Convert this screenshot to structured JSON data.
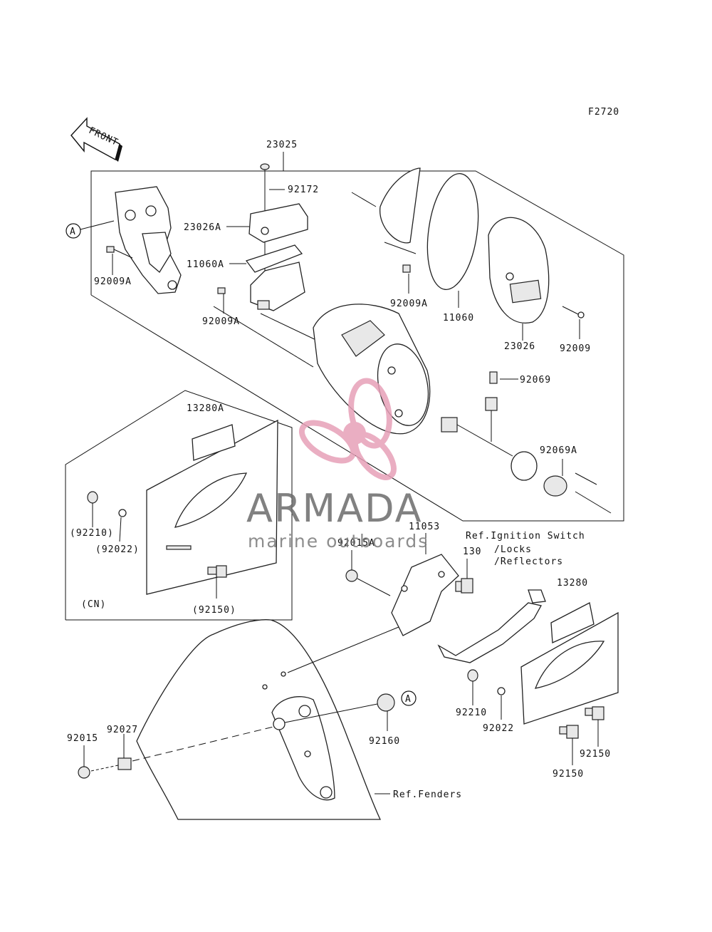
{
  "figure_code": "F2720",
  "front_arrow": "FRONT",
  "watermark": {
    "brand": "ARMADA",
    "tagline": "marine outboards",
    "logo_color": "#e7a0b8"
  },
  "labels": {
    "l23025": "23025",
    "l92172": "92172",
    "l23026A": "23026A",
    "l11060A": "11060A",
    "l92009A_1": "92009A",
    "l92009A_2": "92009A",
    "l92009A_3": "92009A",
    "l11060": "11060",
    "l23026": "23026",
    "l92009": "92009",
    "l92069": "92069",
    "l92069A": "92069A",
    "l13280A": "13280A",
    "l92210p": "(92210)",
    "l92022p": "(92022)",
    "l92150p": "(92150)",
    "lCN": "(CN)",
    "l11053": "11053",
    "l92015A": "92015A",
    "l130": "130",
    "lRefIgn1": "Ref.Ignition Switch",
    "lRefIgn2": "/Locks",
    "lRefIgn3": "/Reflectors",
    "l13280": "13280",
    "l92210": "92210",
    "l92022": "92022",
    "l92150a": "92150",
    "l92150b": "92150",
    "l92160": "92160",
    "l92015": "92015",
    "l92027": "92027",
    "lRefFenders": "Ref.Fenders",
    "refA1": "A",
    "refA2": "A"
  }
}
